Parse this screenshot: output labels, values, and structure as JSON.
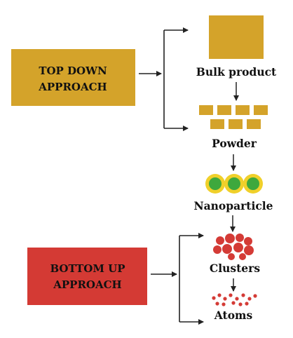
{
  "approaches": {
    "top_down": {
      "line1": "TOP DOWN",
      "line2": "APPROACH"
    },
    "bottom_up": {
      "line1": "BOTTOM UP",
      "line2": "APPROACH"
    }
  },
  "stages": {
    "bulk": "Bulk product",
    "powder": "Powder",
    "nanoparticle": "Nanoparticle",
    "clusters": "Clusters",
    "atoms": "Atoms"
  },
  "colors": {
    "gold": "#D4A32A",
    "red": "#D43A34",
    "cluster_red": "#D43B36",
    "nano_ring": "#F0D02A",
    "nano_core": "#3EA83D",
    "arrow": "#222222",
    "label_text": "#111111"
  }
}
